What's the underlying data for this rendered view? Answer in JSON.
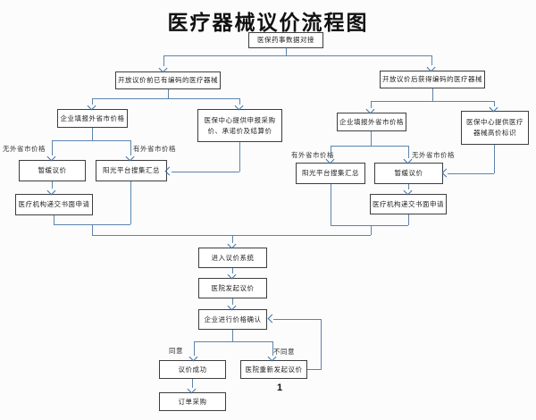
{
  "title": "医疗器械议价流程图",
  "page_number": "1",
  "colors": {
    "line": "#5d84ad",
    "arrow": "#3c73ae",
    "box-border": "#3e3e3e",
    "box-fill": "#ffffff",
    "text": "#222222",
    "title": "#111111"
  },
  "nodes": {
    "data_link": "医保药事数据对接",
    "pre_coded": "开放议价前已有编码的医疗器械",
    "post_coded": "开放议价后获得编码的医疗器械",
    "report_left": "企业填报外省市价格",
    "center_prices": "医保中心提供申报采购价、承诺价及结算价",
    "suspend_left": "暂缓议价",
    "platform_left": "阳光平台搜集汇总",
    "apply_left": "医疗机构递交书面申请",
    "report_right": "企业填报外省市价格",
    "high_price_flag": "医保中心提供医疗器械高价标识",
    "platform_right": "阳光平台搜集汇总",
    "suspend_right": "暂缓议价",
    "apply_right": "医疗机构递交书面申请",
    "enter_system": "进入议价系统",
    "hospital_initiate": "医院发起议价",
    "price_confirm": "企业进行价格确认",
    "success": "议价成功",
    "reinitiate": "医院重新发起议价",
    "order": "订单采购"
  },
  "edge_labels": {
    "no_price_left": "无外省市价格",
    "has_price_left": "有外省市价格",
    "has_price_right": "有外省市价格",
    "no_price_right": "无外省市价格",
    "agree": "同意",
    "disagree": "不同意"
  }
}
